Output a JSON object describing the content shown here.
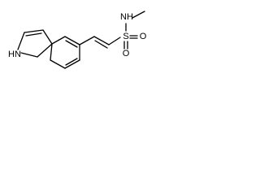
{
  "molecule": {
    "atom_labels": {
      "indole_nh": "HN",
      "sulfonamide_nh": "NH",
      "sulfur": "S",
      "oxygen_top": "O",
      "oxygen_bottom": "O"
    },
    "colors": {
      "bond": "#000000",
      "label": "#000000",
      "background": "#ffffff"
    }
  }
}
